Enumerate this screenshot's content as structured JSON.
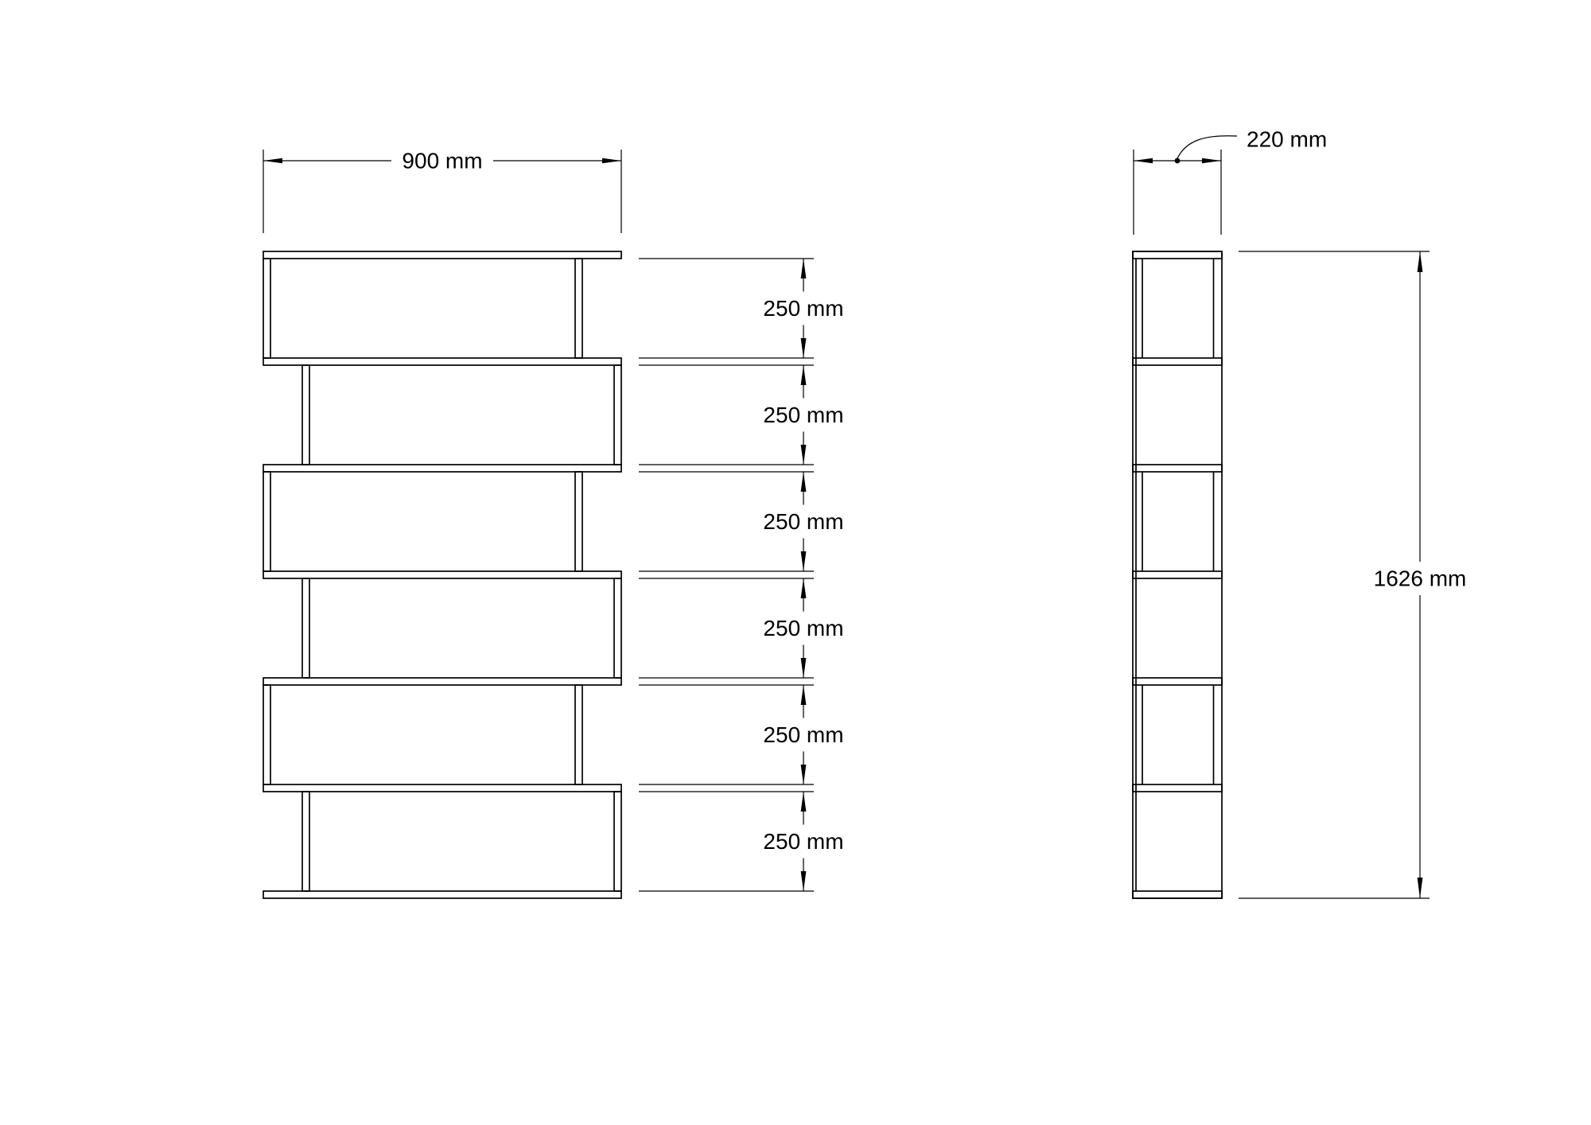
{
  "page": {
    "background": "#ffffff",
    "line_color": "#000000",
    "unit": "mm"
  },
  "front_view": {
    "width_dimension": {
      "label": "900 mm",
      "value_mm": 900
    },
    "shelf_spacings": [
      {
        "label": "250 mm",
        "value_mm": 250
      },
      {
        "label": "250 mm",
        "value_mm": 250
      },
      {
        "label": "250 mm",
        "value_mm": 250
      },
      {
        "label": "250 mm",
        "value_mm": 250
      },
      {
        "label": "250 mm",
        "value_mm": 250
      },
      {
        "label": "250 mm",
        "value_mm": 250
      }
    ]
  },
  "side_view": {
    "depth_dimension": {
      "label": "220 mm",
      "value_mm": 220
    },
    "height_dimension": {
      "label": "1626 mm",
      "value_mm": 1626
    }
  }
}
